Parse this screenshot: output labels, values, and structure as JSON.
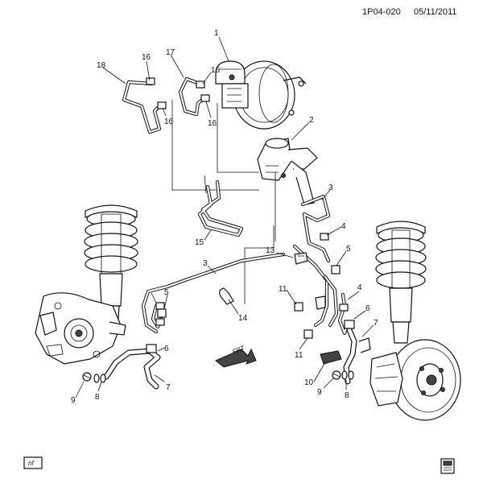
{
  "header": {
    "doc_id": "1P04-020",
    "date": "05/11/2011"
  },
  "footer": {
    "tag": "nf"
  },
  "callouts": {
    "c1": "1",
    "c2": "2",
    "c3a": "3",
    "c3b": "3",
    "c4a": "4",
    "c4b": "4",
    "c5a": "5",
    "c5b": "5",
    "c6a": "6",
    "c6b": "6",
    "c7a": "7",
    "c7b": "7",
    "c8a": "8",
    "c8b": "8",
    "c9a": "9",
    "c9b": "9",
    "c10": "10",
    "c11a": "11",
    "c11b": "11",
    "c13": "13",
    "c14": "14",
    "c15": "15",
    "c16a": "16",
    "c16b": "16",
    "c16c": "16",
    "c16d": "16",
    "c17": "17",
    "c18": "18"
  },
  "arrow_label": "FRT",
  "colors": {
    "ink": "#111111",
    "paper": "#ffffff"
  },
  "icons": [
    "brake-booster-icon",
    "master-cylinder-icon",
    "abs-modulator-icon",
    "strut-spring-icon",
    "knuckle-icon",
    "brake-rotor-icon",
    "front-arrow-icon",
    "book-icon"
  ]
}
